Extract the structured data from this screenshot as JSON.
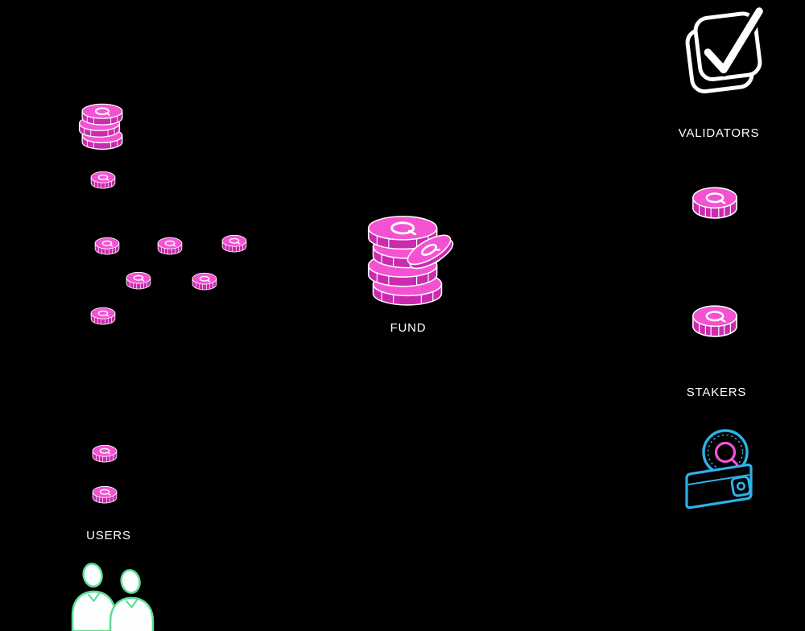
{
  "diagram": {
    "background": "#000000",
    "colors": {
      "background": "#000000",
      "coin_pink": "#f353d3",
      "coin_pink_dark": "#cb2bae",
      "wallet_blue": "#2fb1e8",
      "people_green": "#5ede96",
      "label_text": "#ffffff"
    },
    "nodes": {
      "validators": {
        "label": "VALIDATORS",
        "icon": "checkmark-icon"
      },
      "validator_reward_coin": {
        "icon": "q-coin-icon"
      },
      "staker_reward_coin": {
        "icon": "q-coin-icon"
      },
      "stakers": {
        "label": "STAKERS",
        "icon": "q-coin-icon"
      },
      "wallet": {
        "icon": "wallet-icon"
      },
      "fund": {
        "label": "FUND",
        "icon": "coin-stack-icon"
      },
      "users": {
        "label": "USERS",
        "icon": "people-icon"
      },
      "users_coin_stack": {
        "icon": "coin-stack-icon"
      },
      "scattered_coins": {
        "icon": "q-coin-icon",
        "count": 9
      }
    }
  }
}
